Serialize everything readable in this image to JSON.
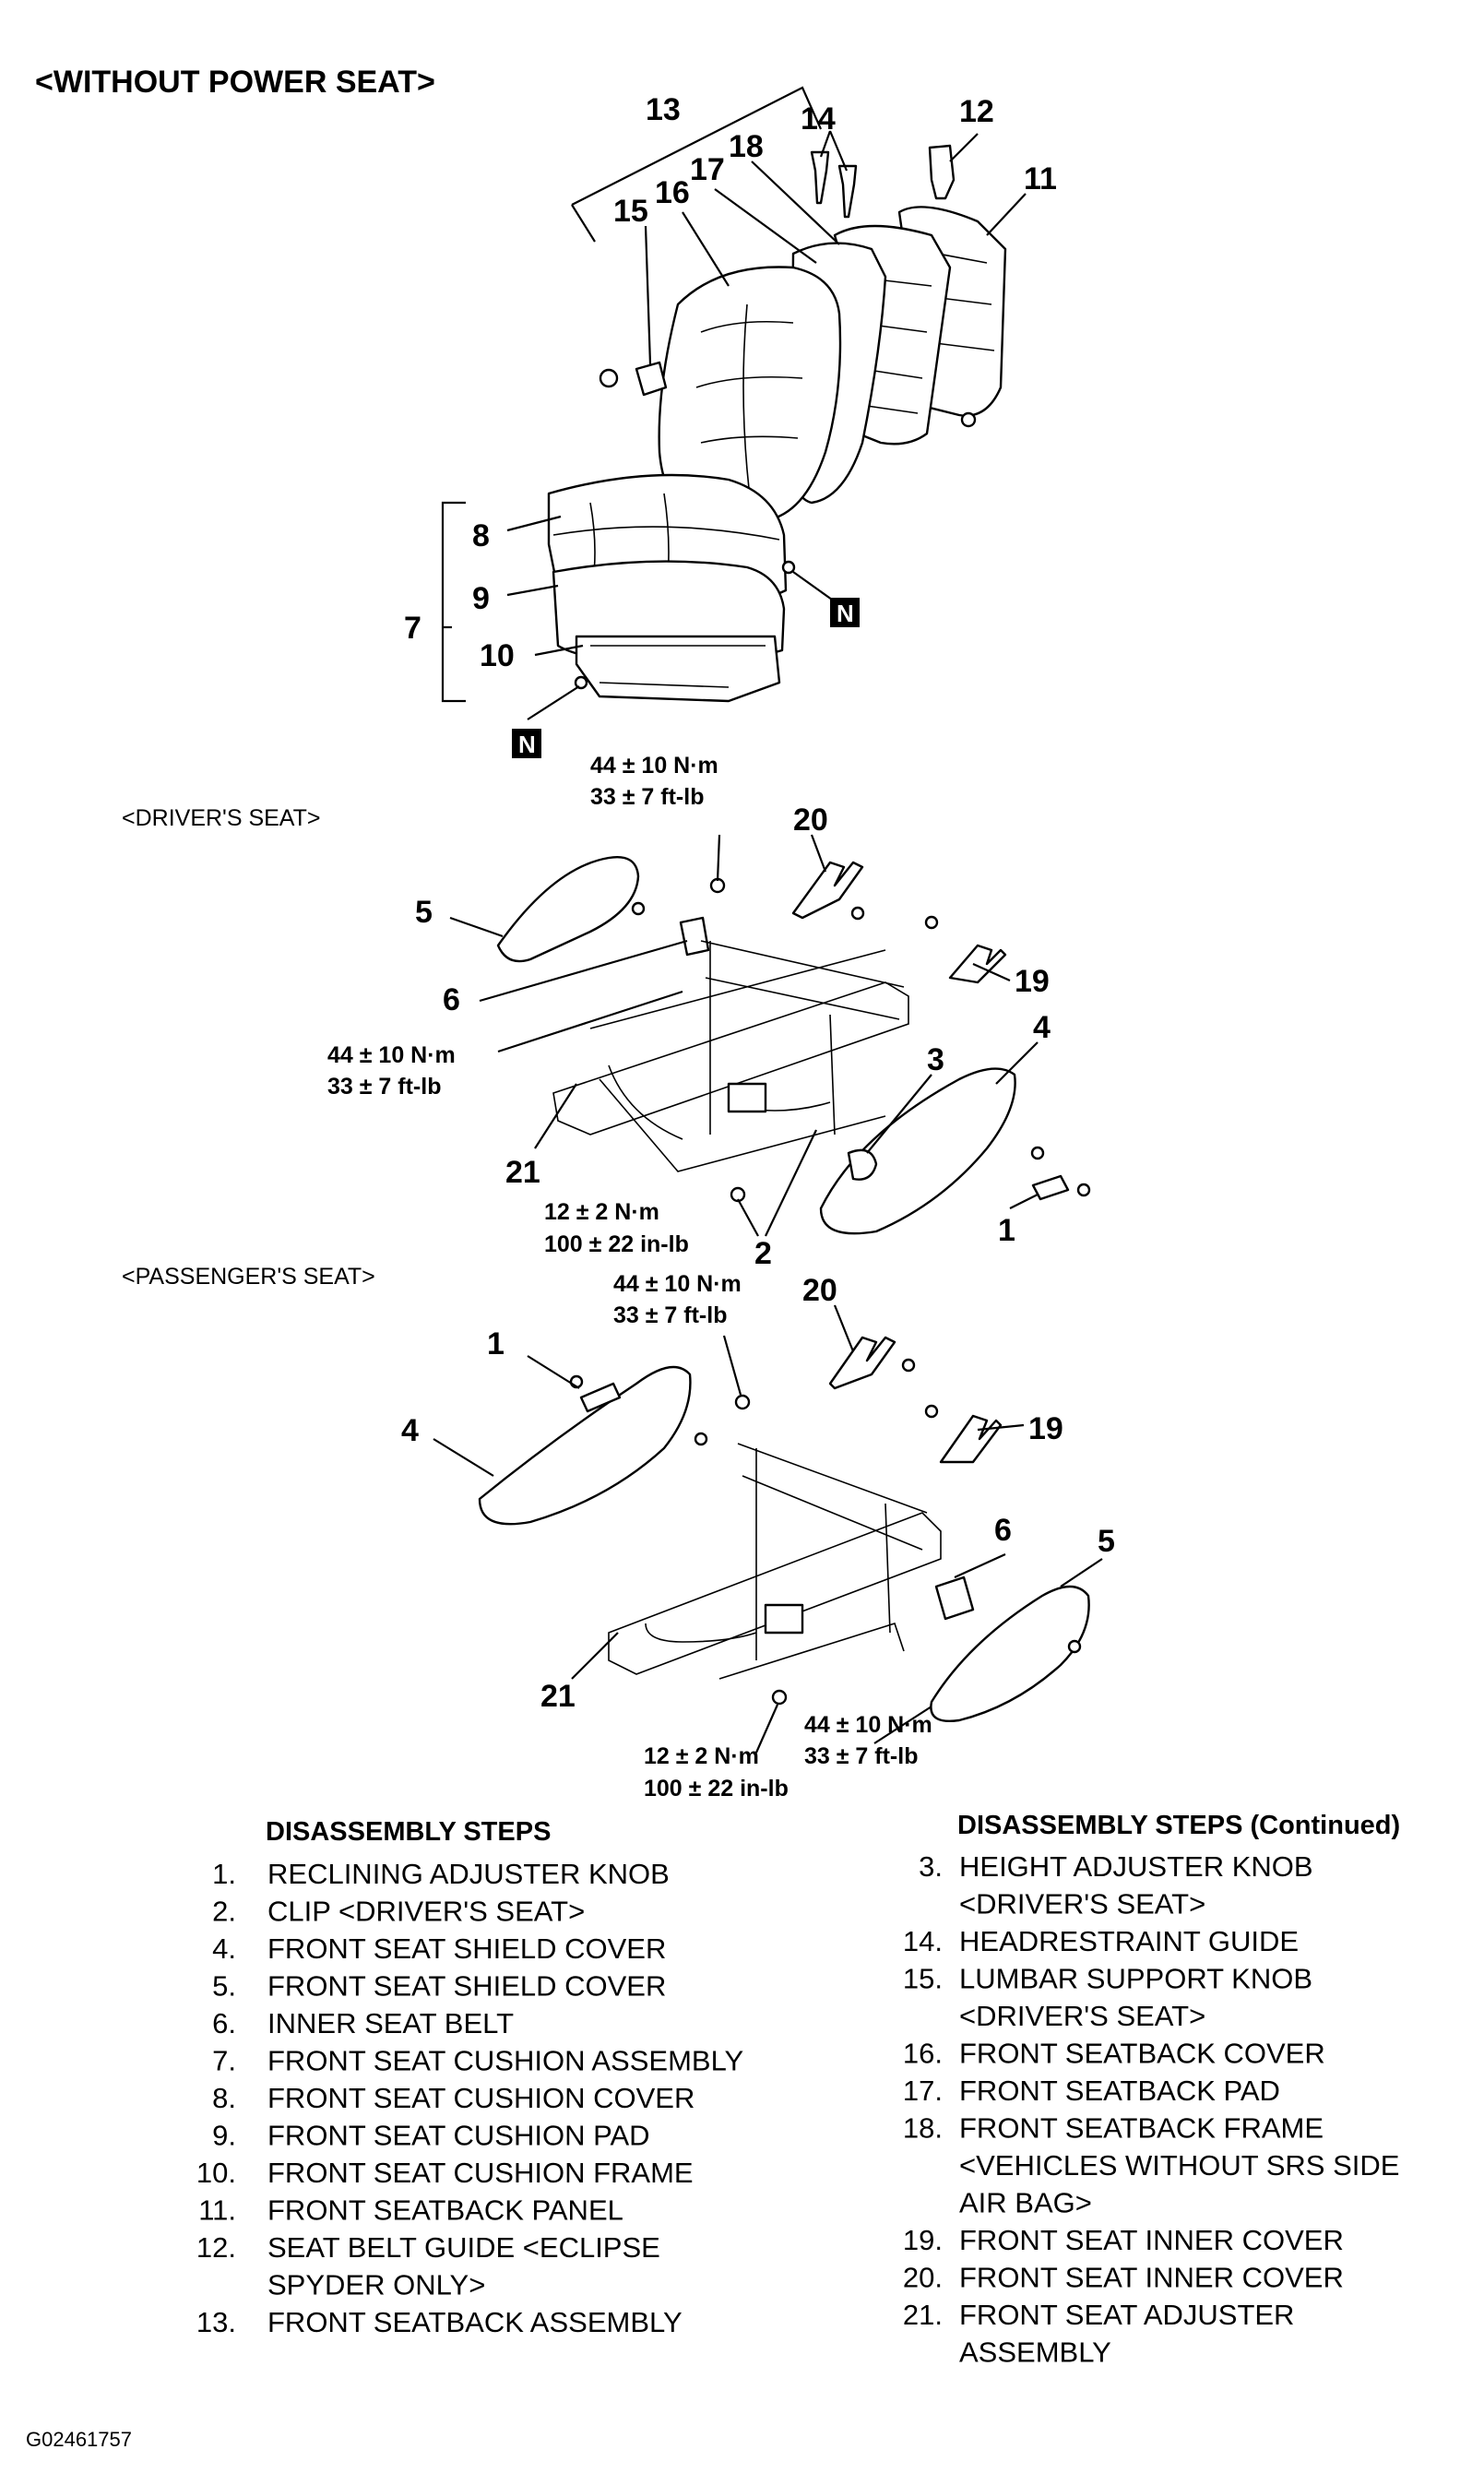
{
  "title": "<WITHOUT POWER SEAT>",
  "sections": {
    "driver": "<DRIVER'S SEAT>",
    "passenger": "<PASSENGER'S SEAT>"
  },
  "nut_marks": [
    "N",
    "N"
  ],
  "callouts": [
    "13",
    "14",
    "12",
    "18",
    "17",
    "16",
    "11",
    "15",
    "8",
    "9",
    "7",
    "10",
    "20",
    "5",
    "19",
    "6",
    "4",
    "3",
    "21",
    "2",
    "1",
    "20",
    "1",
    "19",
    "4",
    "6",
    "5",
    "21"
  ],
  "torques": {
    "t1": {
      "metric": "44 ± 10 N·m",
      "imperial": "33 ± 7 ft-lb"
    },
    "t2": {
      "metric": "44 ± 10 N·m",
      "imperial": "33 ± 7 ft-lb"
    },
    "t3": {
      "metric": "12 ± 2 N·m",
      "imperial": "100 ± 22 in-lb"
    },
    "t4": {
      "metric": "44 ± 10 N·m",
      "imperial": "33 ± 7 ft-lb"
    },
    "t5": {
      "metric": "12 ± 2 N·m",
      "imperial": "100 ± 22 in-lb"
    },
    "t6": {
      "metric": "44 ± 10 N·m",
      "imperial": "33 ± 7 ft-lb"
    }
  },
  "steps_left": {
    "heading": "DISASSEMBLY STEPS",
    "items": [
      {
        "n": "1.",
        "lines": [
          "RECLINING ADJUSTER KNOB"
        ]
      },
      {
        "n": "2.",
        "lines": [
          "CLIP <DRIVER'S SEAT>"
        ]
      },
      {
        "n": "4.",
        "lines": [
          "FRONT SEAT SHIELD COVER"
        ]
      },
      {
        "n": "5.",
        "lines": [
          "FRONT SEAT SHIELD COVER"
        ]
      },
      {
        "n": "6.",
        "lines": [
          "INNER SEAT BELT"
        ]
      },
      {
        "n": "7.",
        "lines": [
          "FRONT SEAT CUSHION ASSEMBLY"
        ]
      },
      {
        "n": "8.",
        "lines": [
          "FRONT SEAT CUSHION COVER"
        ]
      },
      {
        "n": "9.",
        "lines": [
          "FRONT SEAT CUSHION PAD"
        ]
      },
      {
        "n": "10.",
        "lines": [
          "FRONT SEAT CUSHION FRAME"
        ]
      },
      {
        "n": "11.",
        "lines": [
          "FRONT SEATBACK PANEL"
        ]
      },
      {
        "n": "12.",
        "lines": [
          "SEAT BELT GUIDE <ECLIPSE",
          "SPYDER ONLY>"
        ]
      },
      {
        "n": "13.",
        "lines": [
          "FRONT SEATBACK ASSEMBLY"
        ]
      }
    ]
  },
  "steps_right": {
    "heading": "DISASSEMBLY STEPS (Continued)",
    "items": [
      {
        "n": "3.",
        "lines": [
          "HEIGHT ADJUSTER KNOB",
          "<DRIVER'S SEAT>"
        ]
      },
      {
        "n": "14.",
        "lines": [
          "HEADRESTRAINT GUIDE"
        ]
      },
      {
        "n": "15.",
        "lines": [
          "LUMBAR SUPPORT KNOB",
          "<DRIVER'S SEAT>"
        ]
      },
      {
        "n": "16.",
        "lines": [
          "FRONT SEATBACK COVER"
        ]
      },
      {
        "n": "17.",
        "lines": [
          "FRONT SEATBACK PAD"
        ]
      },
      {
        "n": "18.",
        "lines": [
          "FRONT SEATBACK FRAME",
          "<VEHICLES WITHOUT SRS SIDE",
          "AIR BAG>"
        ]
      },
      {
        "n": "19.",
        "lines": [
          "FRONT SEAT INNER COVER"
        ]
      },
      {
        "n": "20.",
        "lines": [
          "FRONT SEAT INNER COVER"
        ]
      },
      {
        "n": "21.",
        "lines": [
          "FRONT SEAT ADJUSTER",
          "ASSEMBLY"
        ]
      }
    ]
  },
  "figure_id": "G02461757"
}
